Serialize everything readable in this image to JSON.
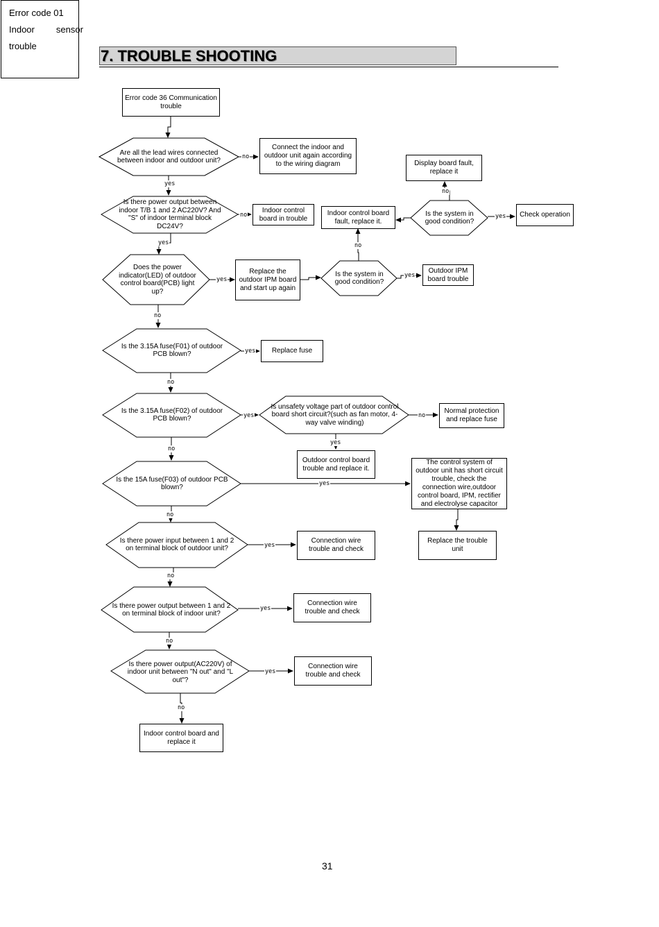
{
  "corner": {
    "line1": "Error code 01",
    "line2a": "Indoor",
    "line2b": "sensor",
    "line3": "trouble"
  },
  "section_title": "7. TROUBLE SHOOTING",
  "page_number": "31",
  "labels": {
    "yes": "yes",
    "no": "no"
  },
  "nodes": {
    "start": "Error code 36 Communication trouble",
    "q_wires": "Are all the lead wires connected between indoor and outdoor unit?",
    "a_reconnect": "Connect the indoor and outdoor unit again according to the wiring diagram",
    "a_display_fault": "Display board fault, replace it",
    "q_power_tb": "Is there power output between indoor T/B 1 and 2 AC220V? And \"S\" of indoor terminal block DC24V?",
    "a_indoor_trouble": "Indoor control board in trouble",
    "a_indoor_replace": "Indoor control board fault, replace it.",
    "q_system_ok_1": "Is the system in good condition?",
    "a_check_operation": "Check operation",
    "q_led": "Does the power indicator(LED) of outdoor control board(PCB) light up?",
    "a_replace_ipm": "Replace the outdoor IPM board and start up again",
    "q_system_ok_2": "Is the system in good condition?",
    "a_ipm_trouble": "Outdoor IPM board trouble",
    "q_f01": "Is the 3.15A fuse(F01) of outdoor PCB blown?",
    "a_replace_fuse": "Replace fuse",
    "q_f02": "Is the 3.15A fuse(F02) of outdoor PCB blown?",
    "q_unsafety": "Is unsafety voltage part of outdoor control board short circuit?(such as fan motor, 4-way valve winding)",
    "a_normal_protection": "Normal protection and replace fuse",
    "a_outdoor_board": "Outdoor control board trouble and replace it.",
    "q_f03": "Is the 15A fuse(F03) of outdoor PCB blown?",
    "a_short_circuit": "The control system of outdoor unit has short circuit trouble, check the connection wire,outdoor control board, IPM, rectifier and electrolyse capacitor",
    "a_replace_unit": "Replace the trouble unit",
    "q_power_outdoor": "Is there power input between 1 and 2 on terminal block of outdoor unit?",
    "a_conn_1": "Connection wire trouble and check",
    "q_power_indoor": "Is there power output between 1 and 2 on terminal block of indoor unit?",
    "a_conn_2": "Connection wire trouble and check",
    "q_nl": "Is there power output(AC220V) of indoor unit between \"N out\" and \"L out\"?",
    "a_conn_3": "Connection wire trouble and check",
    "a_indoor_final": "Indoor control board and replace it"
  }
}
